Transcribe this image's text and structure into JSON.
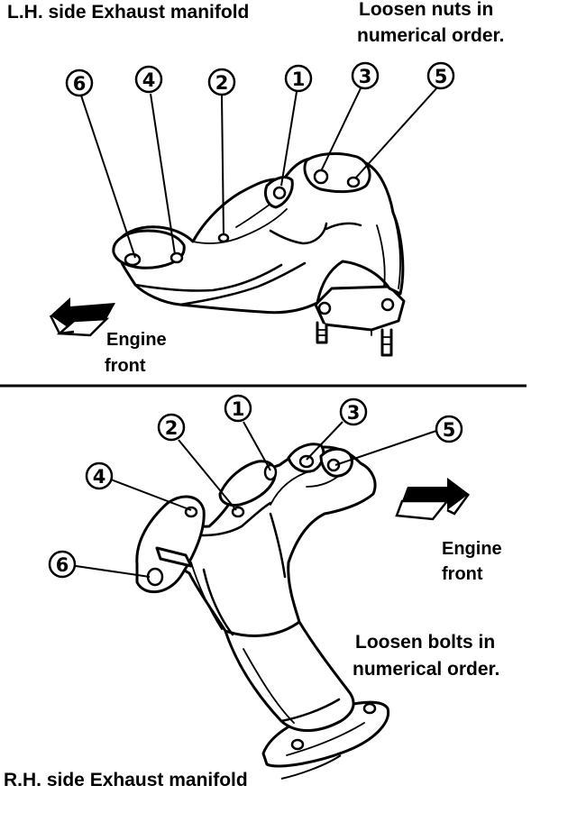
{
  "top": {
    "title": "L.H. side Exhaust manifold",
    "instruction_line1": "Loosen nuts in",
    "instruction_line2": "numerical order.",
    "direction_line1": "Engine",
    "direction_line2": "front"
  },
  "bottom": {
    "title": "R.H. side Exhaust manifold",
    "instruction_line1": "Loosen bolts in",
    "instruction_line2": "numerical order.",
    "direction_line1": "Engine",
    "direction_line2": "front"
  },
  "callouts": {
    "n1": "1",
    "n2": "2",
    "n3": "3",
    "n4": "4",
    "n5": "5",
    "n6": "6"
  }
}
